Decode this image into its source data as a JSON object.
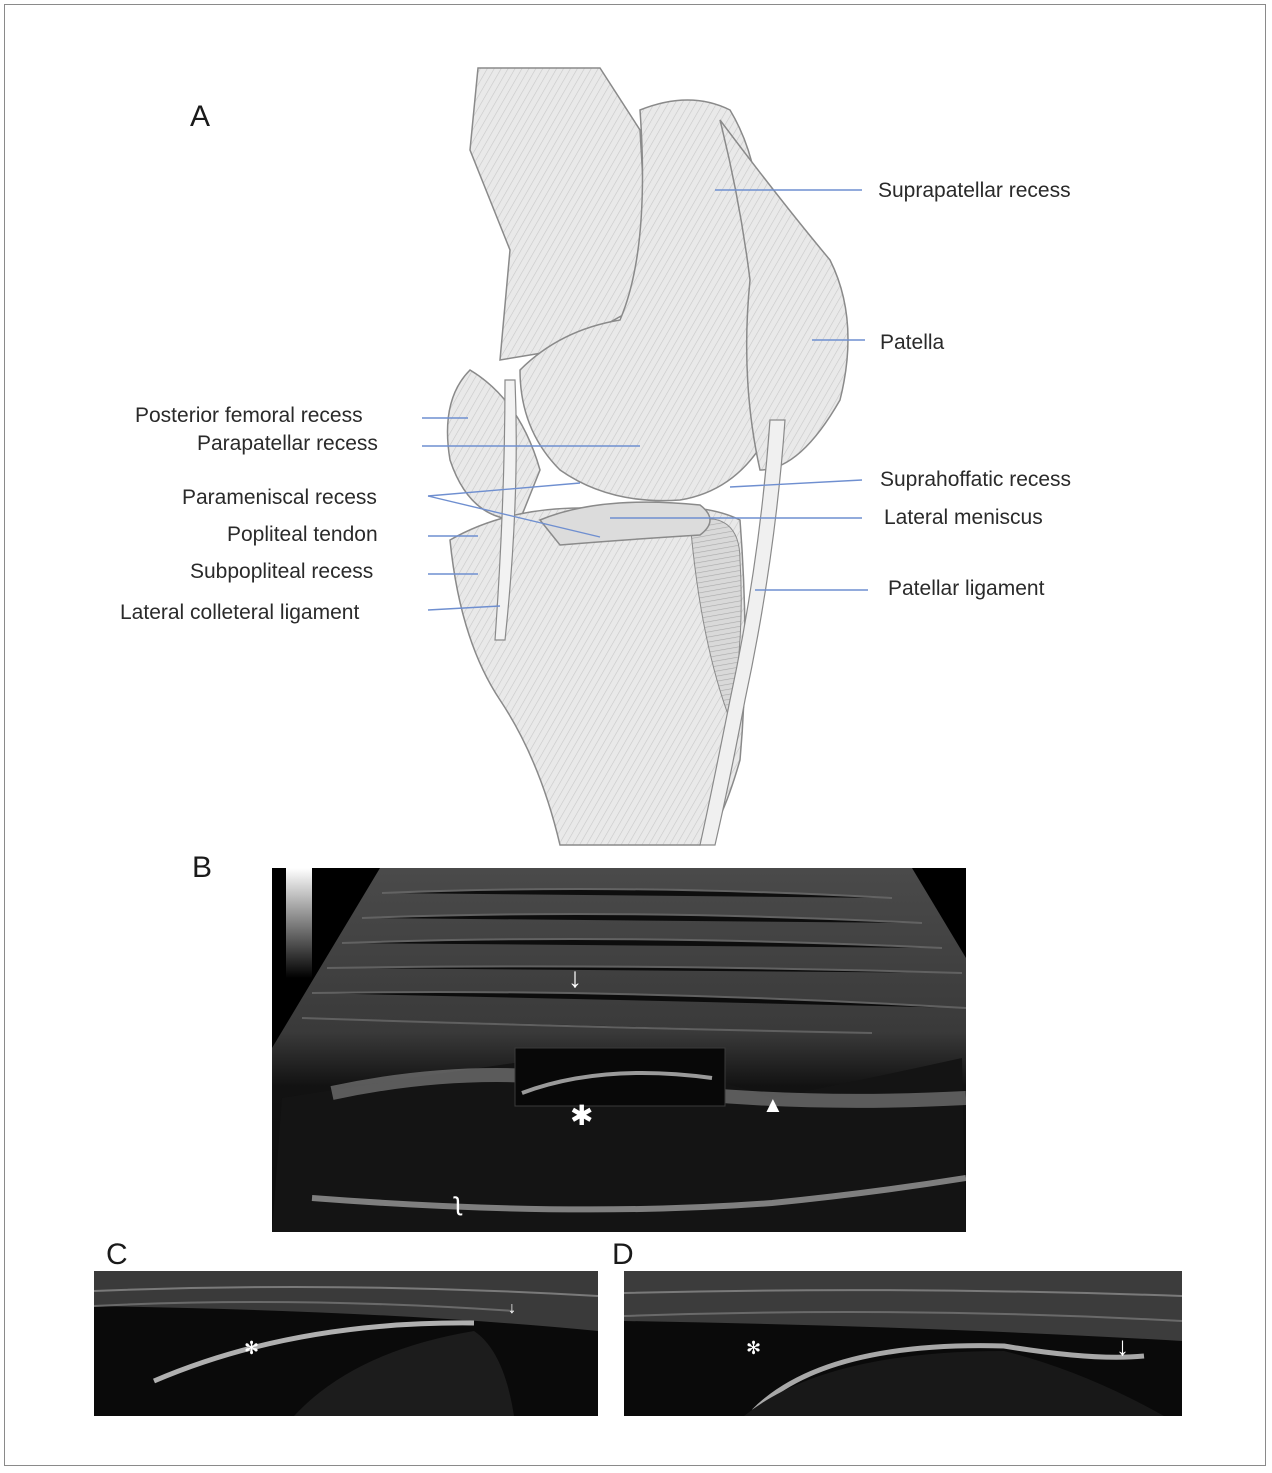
{
  "panels": {
    "a": "A",
    "b": "B",
    "c": "C",
    "d": "D"
  },
  "labels_left": [
    "Posterior femoral recess",
    "Parapatellar recess",
    "Parameniscal recess",
    "Popliteal tendon",
    "Subpopliteal recess",
    "Lateral colleteral ligament"
  ],
  "labels_right": [
    "Suprapatellar recess",
    "Patella",
    "Suprahoffatic recess",
    "Lateral meniscus",
    "Patellar ligament"
  ],
  "leader_color": "#6f8fd0",
  "marks": {
    "b_arrow": "↓",
    "b_asterisk": "✱",
    "b_arrowhead": "▲",
    "b_curved": "ʅ",
    "c_asterisk": "✻",
    "c_arrow": "↓",
    "d_asterisk": "✻",
    "d_arrow": "↓"
  }
}
